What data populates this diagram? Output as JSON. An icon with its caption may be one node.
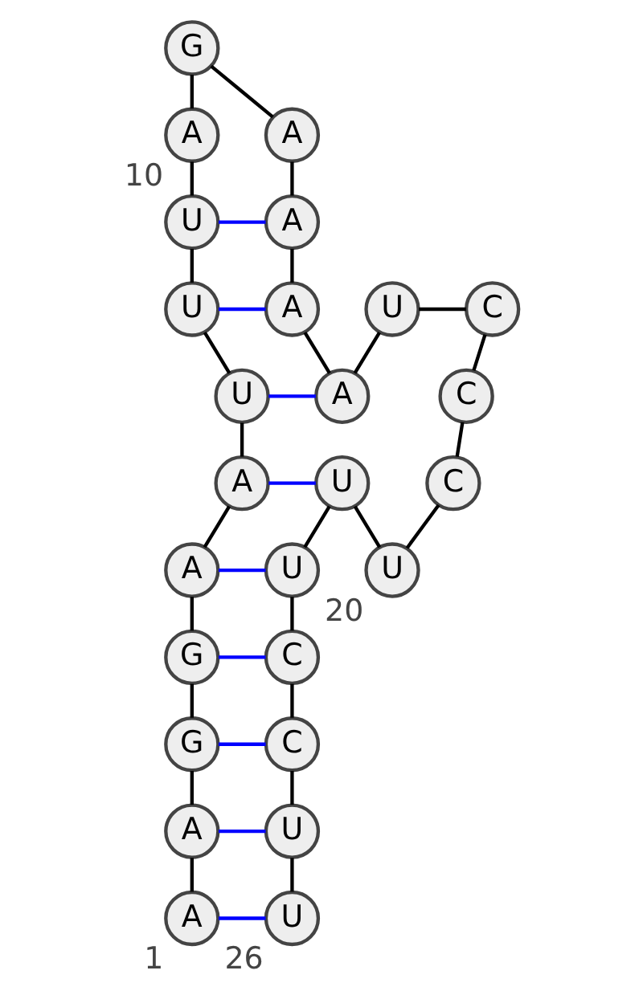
{
  "diagram": {
    "nodes": [
      {
        "text": [
          "A"
        ],
        "beside": [
          "1"
        ]
      },
      {
        "text": [
          "A"
        ]
      },
      {
        "text": [
          "G"
        ]
      },
      {
        "text": [
          "G"
        ]
      },
      {
        "text": [
          "A"
        ]
      },
      {
        "text": [
          "A"
        ]
      },
      {
        "text": [
          "U"
        ]
      },
      {
        "text": [
          "U"
        ]
      },
      {
        "text": [
          "U"
        ]
      },
      {
        "text": [
          "A"
        ],
        "beside": [
          "10"
        ]
      },
      {
        "text": [
          "G"
        ]
      },
      {
        "text": [
          "A"
        ]
      },
      {
        "text": [
          "A"
        ]
      },
      {
        "text": [
          "A"
        ]
      },
      {
        "text": [
          "A"
        ]
      },
      {
        "text": [
          "U"
        ]
      },
      {
        "text": [
          "C"
        ]
      },
      {
        "text": [
          "C"
        ]
      },
      {
        "text": [
          "C"
        ]
      },
      {
        "text": [
          "U"
        ],
        "beside": [
          "20"
        ]
      },
      {
        "text": [
          "U"
        ]
      },
      {
        "text": [
          "U"
        ]
      },
      {
        "text": [
          "C"
        ]
      },
      {
        "text": [
          "C"
        ]
      },
      {
        "text": [
          "U"
        ]
      },
      {
        "text": [
          "U"
        ],
        "beside": [
          "26"
        ]
      }
    ],
    "edges": [
      {
        "from": 0,
        "to": 1,
        "arrow": "none"
      },
      {
        "from": 1,
        "to": 2,
        "arrow": "none"
      },
      {
        "from": 2,
        "to": 3,
        "arrow": "none"
      },
      {
        "from": 3,
        "to": 4,
        "arrow": "none"
      },
      {
        "from": 4,
        "to": 5,
        "arrow": "none"
      },
      {
        "from": 5,
        "to": 6,
        "arrow": "none"
      },
      {
        "from": 6,
        "to": 7,
        "arrow": "none"
      },
      {
        "from": 7,
        "to": 8,
        "arrow": "none"
      },
      {
        "from": 8,
        "to": 9,
        "arrow": "none"
      },
      {
        "from": 9,
        "to": 10,
        "arrow": "none"
      },
      {
        "from": 10,
        "to": 11,
        "arrow": "none"
      },
      {
        "from": 11,
        "to": 12,
        "arrow": "none"
      },
      {
        "from": 12,
        "to": 13,
        "arrow": "none"
      },
      {
        "from": 13,
        "to": 14,
        "arrow": "none"
      },
      {
        "from": 14,
        "to": 15,
        "arrow": "none"
      },
      {
        "from": 15,
        "to": 16,
        "arrow": "none"
      },
      {
        "from": 16,
        "to": 17,
        "arrow": "none"
      },
      {
        "from": 17,
        "to": 18,
        "arrow": "none"
      },
      {
        "from": 18,
        "to": 19,
        "arrow": "none"
      },
      {
        "from": 19,
        "to": 20,
        "arrow": "none"
      },
      {
        "from": 20,
        "to": 21,
        "arrow": "none"
      },
      {
        "from": 21,
        "to": 22,
        "arrow": "none"
      },
      {
        "from": 22,
        "to": 23,
        "arrow": "none"
      },
      {
        "from": 23,
        "to": 24,
        "arrow": "none"
      },
      {
        "from": 24,
        "to": 25,
        "arrow": "none"
      },
      {
        "from": 0,
        "to": 25,
        "arrow": "none",
        "color": "#0000ff"
      },
      {
        "from": 1,
        "to": 24,
        "arrow": "none",
        "color": "#0000ff"
      },
      {
        "from": 2,
        "to": 23,
        "arrow": "none",
        "color": "#0000ff"
      },
      {
        "from": 3,
        "to": 22,
        "arrow": "none",
        "color": "#0000ff"
      },
      {
        "from": 4,
        "to": 21,
        "arrow": "none",
        "color": "#0000ff"
      },
      {
        "from": 5,
        "to": 20,
        "arrow": "none",
        "color": "#0000ff"
      },
      {
        "from": 6,
        "to": 14,
        "arrow": "none",
        "color": "#0000ff"
      },
      {
        "from": 7,
        "to": 13,
        "arrow": "none",
        "color": "#0000ff"
      },
      {
        "from": 8,
        "to": 12,
        "arrow": "none",
        "color": "#0000ff"
      }
    ]
  }
}
